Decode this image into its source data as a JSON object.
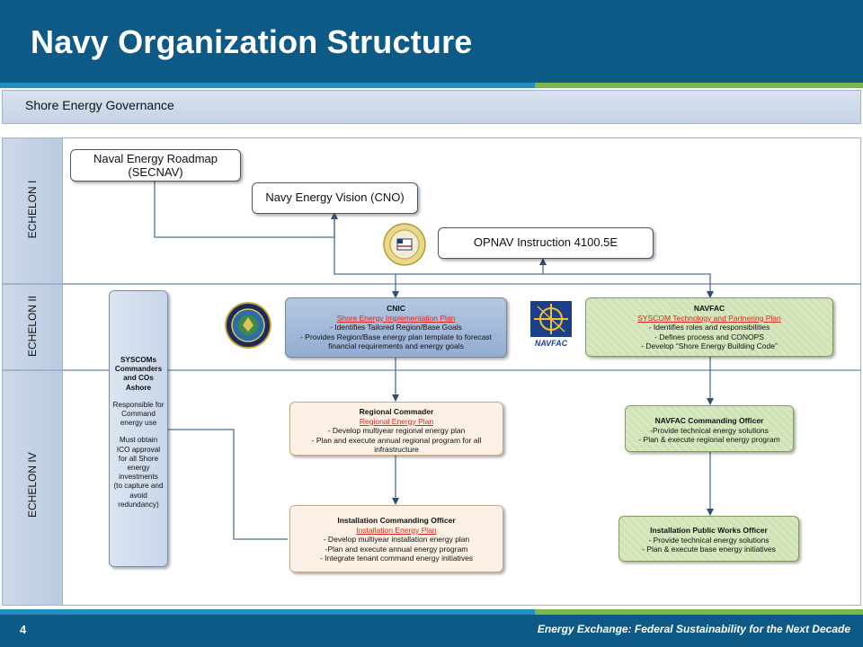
{
  "slide": {
    "title": "Navy Organization Structure",
    "page_number": "4",
    "footer": "Energy Exchange: Federal Sustainability for the Next Decade"
  },
  "diagram": {
    "governance_label": "Shore Energy Governance",
    "echelons": [
      "ECHELON I",
      "ECHELON II",
      "ECHELON IV"
    ],
    "roadmap": {
      "line1": "Naval Energy Roadmap",
      "line2": "(SECNAV)"
    },
    "vision": "Navy Energy Vision (CNO)",
    "opnav": "OPNAV Instruction 4100.5E",
    "cnic": {
      "title": "CNIC",
      "plan": "Shore Energy Implementation Plan",
      "items": [
        "- Identifies Tailored Region/Base Goals",
        "- Provides Region/Base energy plan template to forecast",
        "financial requirements and energy goals"
      ]
    },
    "navfac": {
      "title": "NAVFAC",
      "plan": "SYSCOM Technology and Partnering Plan",
      "items": [
        "- Identifies roles and responsibilities",
        "- Defines process and CONOPS",
        "- Develop “Shore Energy Building Code”"
      ]
    },
    "navfac_logo_text": "NAVFAC",
    "regional": {
      "title": "Regional Commader",
      "plan": "Regional Energy Plan",
      "items": [
        "- Develop multiyear regional energy plan",
        "- Plan and execute annual regional program for all",
        "infrastructure"
      ]
    },
    "navfac_co": {
      "title": "NAVFAC Commanding Officer",
      "items": [
        "-Provide technical energy solutions",
        "- Plan & execute regional energy program"
      ]
    },
    "installation_co": {
      "title": "Installation Commanding Officer",
      "plan": "Installation Energy Plan",
      "items": [
        "- Develop multiyear installation energy plan",
        "-Plan and execute annual energy program",
        "- Integrate tenant command energy initiatives"
      ]
    },
    "public_works": {
      "title": "Installation Public Works Officer",
      "items": [
        "- Provide technical energy solutions",
        "- Plan & execute base energy initiatives"
      ]
    },
    "syscoms": {
      "title_lines": [
        "SYSCOMs",
        "Commanders",
        "and COs",
        "Ashore"
      ],
      "body1": [
        "Responsible for",
        "Command",
        "energy use"
      ],
      "body2": [
        "Must obtain",
        "ICO approval",
        "for all Shore",
        "energy",
        "investments",
        "(to capture and",
        "avoid",
        "redundancy)"
      ]
    }
  },
  "colors": {
    "header": "#0e5a86",
    "accent_blue": "#1f8fc0",
    "accent_green": "#7ab648",
    "plan_red": "#e0241b",
    "connector": "#4f6f93"
  },
  "icons": [
    "cno-seal-icon",
    "cnic-seal-icon",
    "navfac-logo-icon"
  ]
}
